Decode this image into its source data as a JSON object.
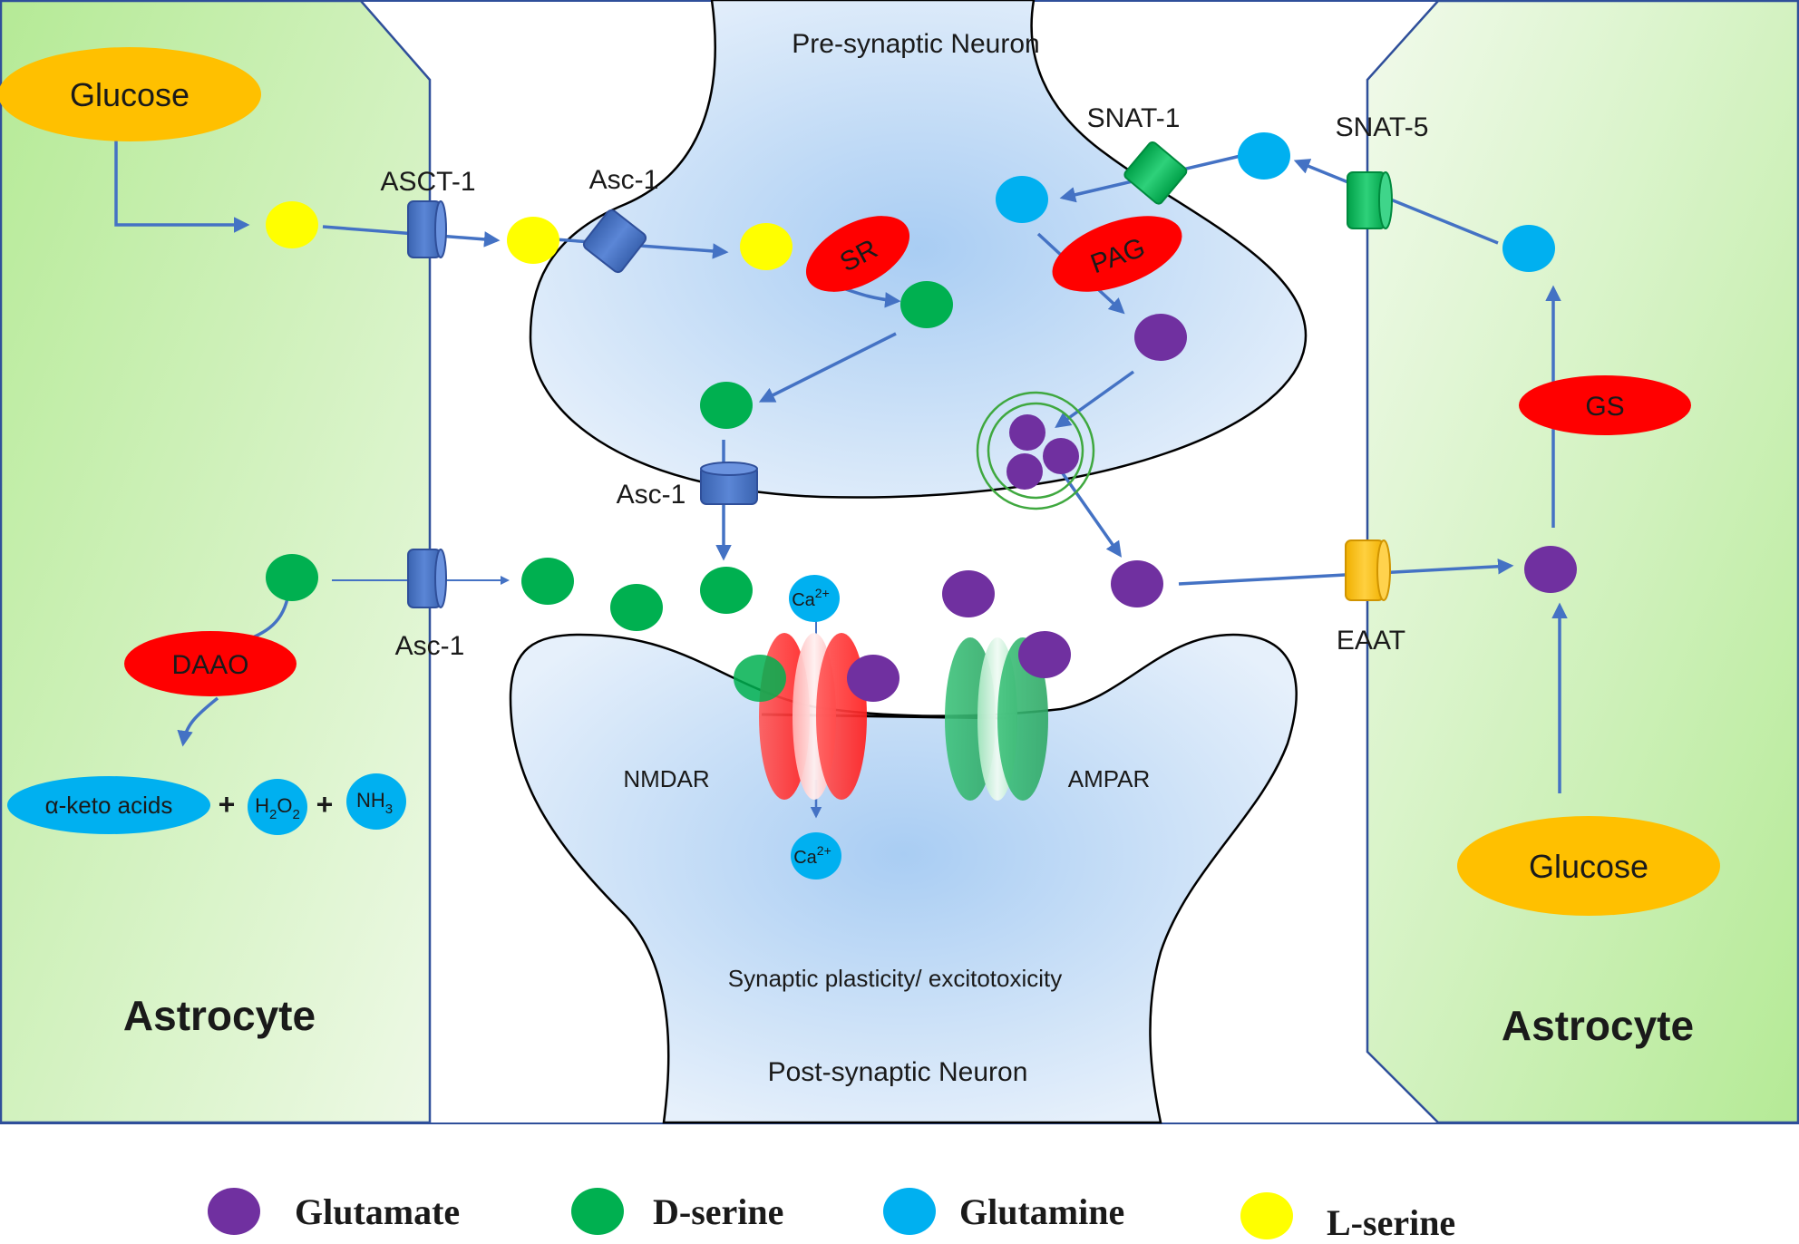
{
  "colors": {
    "glutamate": "#7030a0",
    "d_serine": "#00b050",
    "glutamine": "#00b0f0",
    "l_serine": "#ffff00",
    "enzyme": "#ff0000",
    "glucose": "#ffc000",
    "transporter_blue": "#4472c4",
    "transporter_green": "#00b050",
    "transporter_orange": "#ffc000",
    "arrow": "#4472c4",
    "astrocyte": "#b4e89a",
    "neuron": "#cfe3f8"
  },
  "regions": {
    "pre_synaptic": "Pre-synaptic Neuron",
    "post_synaptic": "Post-synaptic Neuron",
    "astrocyte_left": "Astrocyte",
    "astrocyte_right": "Astrocyte",
    "outcome": "Synaptic plasticity/ excitotoxicity"
  },
  "substrates": {
    "glucose_left": "Glucose",
    "glucose_right": "Glucose"
  },
  "transporters": {
    "asct1": "ASCT-1",
    "asc1_top": "Asc-1",
    "asc1_mid": "Asc-1",
    "asc1_left": "Asc-1",
    "snat1": "SNAT-1",
    "snat5": "SNAT-5",
    "eaat": "EAAT"
  },
  "enzymes": {
    "sr": "SR",
    "pag": "PAG",
    "gs": "GS",
    "daao": "DAAO"
  },
  "receptors": {
    "nmdar": "NMDAR",
    "ampar": "AMPAR"
  },
  "ions": {
    "ca_top_base": "Ca",
    "ca_top_sup": "2+",
    "ca_bottom_base": "Ca",
    "ca_bottom_sup": "2+"
  },
  "products": {
    "keto_acids": "α-keto acids",
    "plus1": "+",
    "h2o2_h": "H",
    "h2o2_sub1": "2",
    "h2o2_o": "O",
    "h2o2_sub2": "2",
    "plus2": "+",
    "nh3_base": "NH",
    "nh3_sub": "3"
  },
  "legend": [
    {
      "label": "Glutamate",
      "color": "#7030a0"
    },
    {
      "label": "D-serine",
      "color": "#00b050"
    },
    {
      "label": "Glutamine",
      "color": "#00b0f0"
    },
    {
      "label": "L-serine",
      "color": "#ffff00"
    }
  ]
}
